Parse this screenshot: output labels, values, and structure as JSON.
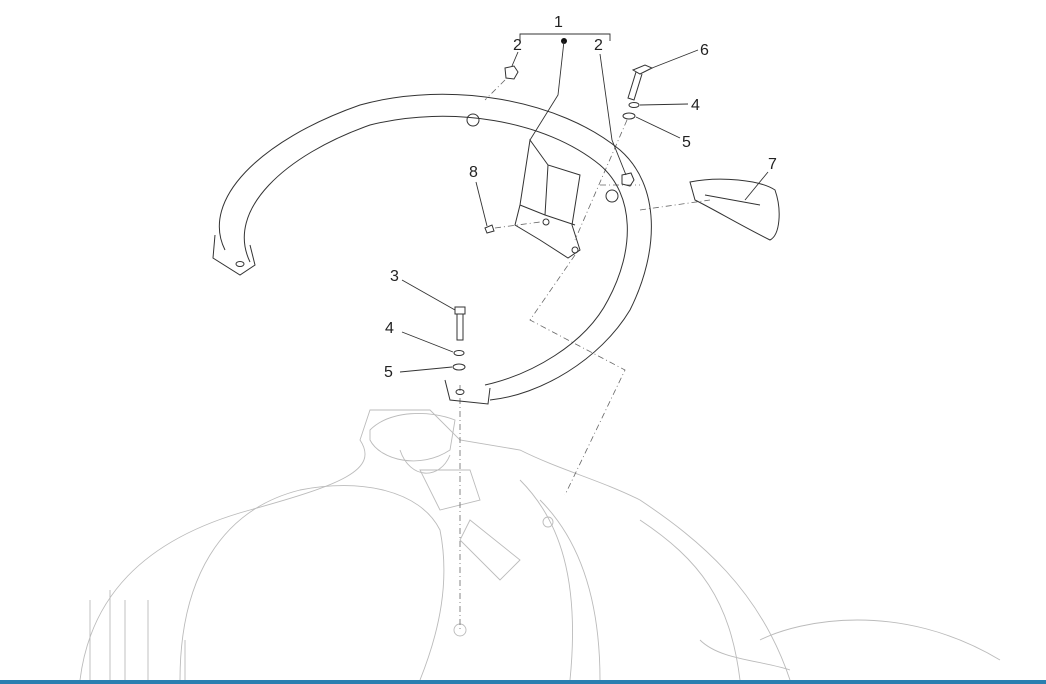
{
  "diagram": {
    "callouts": [
      {
        "id": "c1",
        "label": "1"
      },
      {
        "id": "c2a",
        "label": "2"
      },
      {
        "id": "c2b",
        "label": "2"
      },
      {
        "id": "c6",
        "label": "6"
      },
      {
        "id": "c4a",
        "label": "4"
      },
      {
        "id": "c5a",
        "label": "5"
      },
      {
        "id": "c7",
        "label": "7"
      },
      {
        "id": "c8",
        "label": "8"
      },
      {
        "id": "c3",
        "label": "3"
      },
      {
        "id": "c4b",
        "label": "4"
      },
      {
        "id": "c5b",
        "label": "5"
      }
    ]
  },
  "colors": {
    "accent_bar": "#2a7fb0"
  }
}
